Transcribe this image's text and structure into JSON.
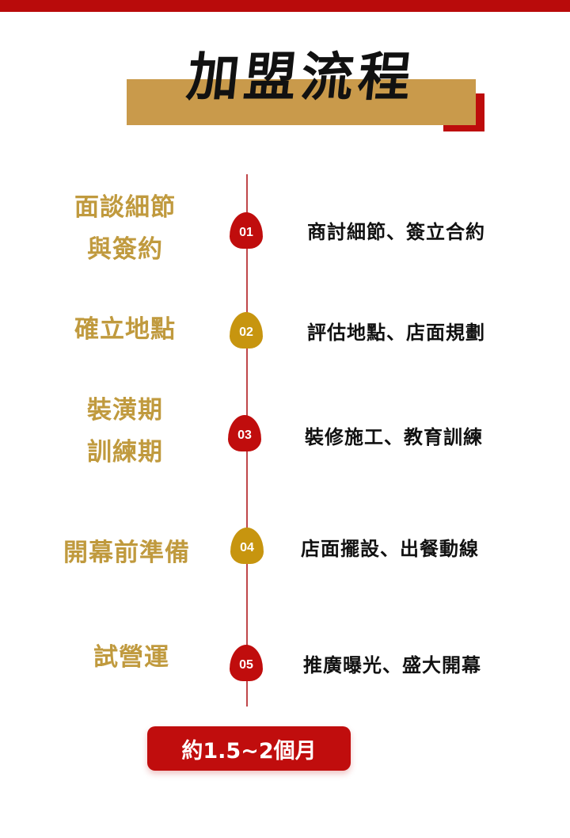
{
  "header": {
    "title": "加盟流程"
  },
  "colors": {
    "brand_red": "#b90b0b",
    "gold": "#c99a4b",
    "gold_text": "#c09a3e",
    "marker_red": "#c00d0d",
    "marker_gold": "#c7950f",
    "timeline": "#c0464a"
  },
  "steps": [
    {
      "number": "01",
      "title": "面談細節\n與簽約",
      "title_lines": [
        "面談細節",
        "與簽約"
      ],
      "description": "商討細節、簽立合約",
      "marker_color": "red"
    },
    {
      "number": "02",
      "title_lines": [
        "確立地點"
      ],
      "description": "評估地點、店面規劃",
      "marker_color": "gold"
    },
    {
      "number": "03",
      "title_lines": [
        "裝潢期",
        "訓練期"
      ],
      "description": "裝修施工、教育訓練",
      "marker_color": "red"
    },
    {
      "number": "04",
      "title_lines": [
        "開幕前準備"
      ],
      "description": "店面擺設、出餐動線",
      "marker_color": "gold"
    },
    {
      "number": "05",
      "title_lines": [
        "試營運"
      ],
      "description": "推廣曝光、盛大開幕",
      "marker_color": "red"
    }
  ],
  "footer": {
    "duration_label": "約1.5~2個月"
  }
}
